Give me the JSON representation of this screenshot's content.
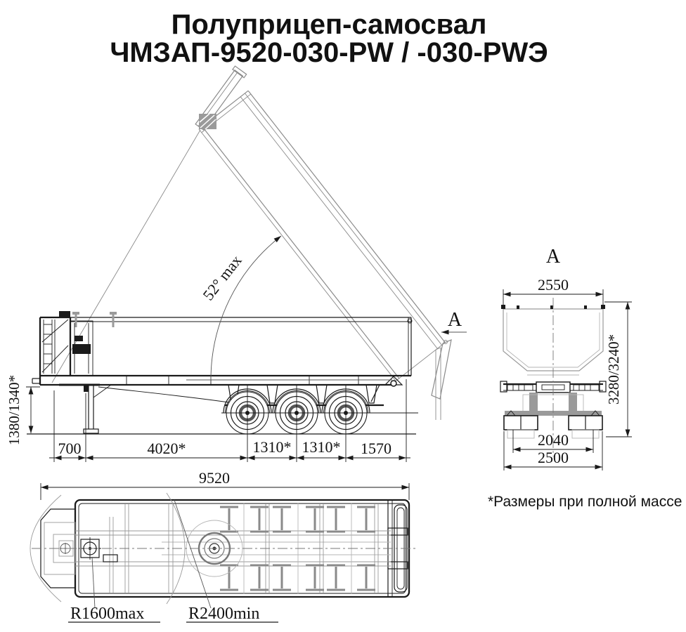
{
  "title": {
    "line1": "Полуприцеп-самосвал",
    "line2": "ЧМЗАП-9520-030-PW / -030-PWЭ"
  },
  "side_view": {
    "tip_angle": "52° max",
    "dim_height": "1380/1340*",
    "dim_front_overhang": "700",
    "dim_kingpin_to_axle1": "4020*",
    "dim_axle_spacing_1": "1310*",
    "dim_axle_spacing_2": "1310*",
    "dim_rear_overhang": "1570",
    "view_arrow_label": "A"
  },
  "rear_view": {
    "label": "A",
    "dim_body_width": "2550",
    "dim_height": "3280/3240*",
    "dim_track": "2040",
    "dim_overall_width": "2500"
  },
  "top_view": {
    "dim_overall_length": "9520",
    "radius_front_swing": "R1600max",
    "radius_turning": "R2400min"
  },
  "footnote": "*Размеры при полной массе",
  "colors": {
    "line": "#1a1a1a",
    "light_line": "#8a8a8a",
    "background": "#ffffff"
  }
}
